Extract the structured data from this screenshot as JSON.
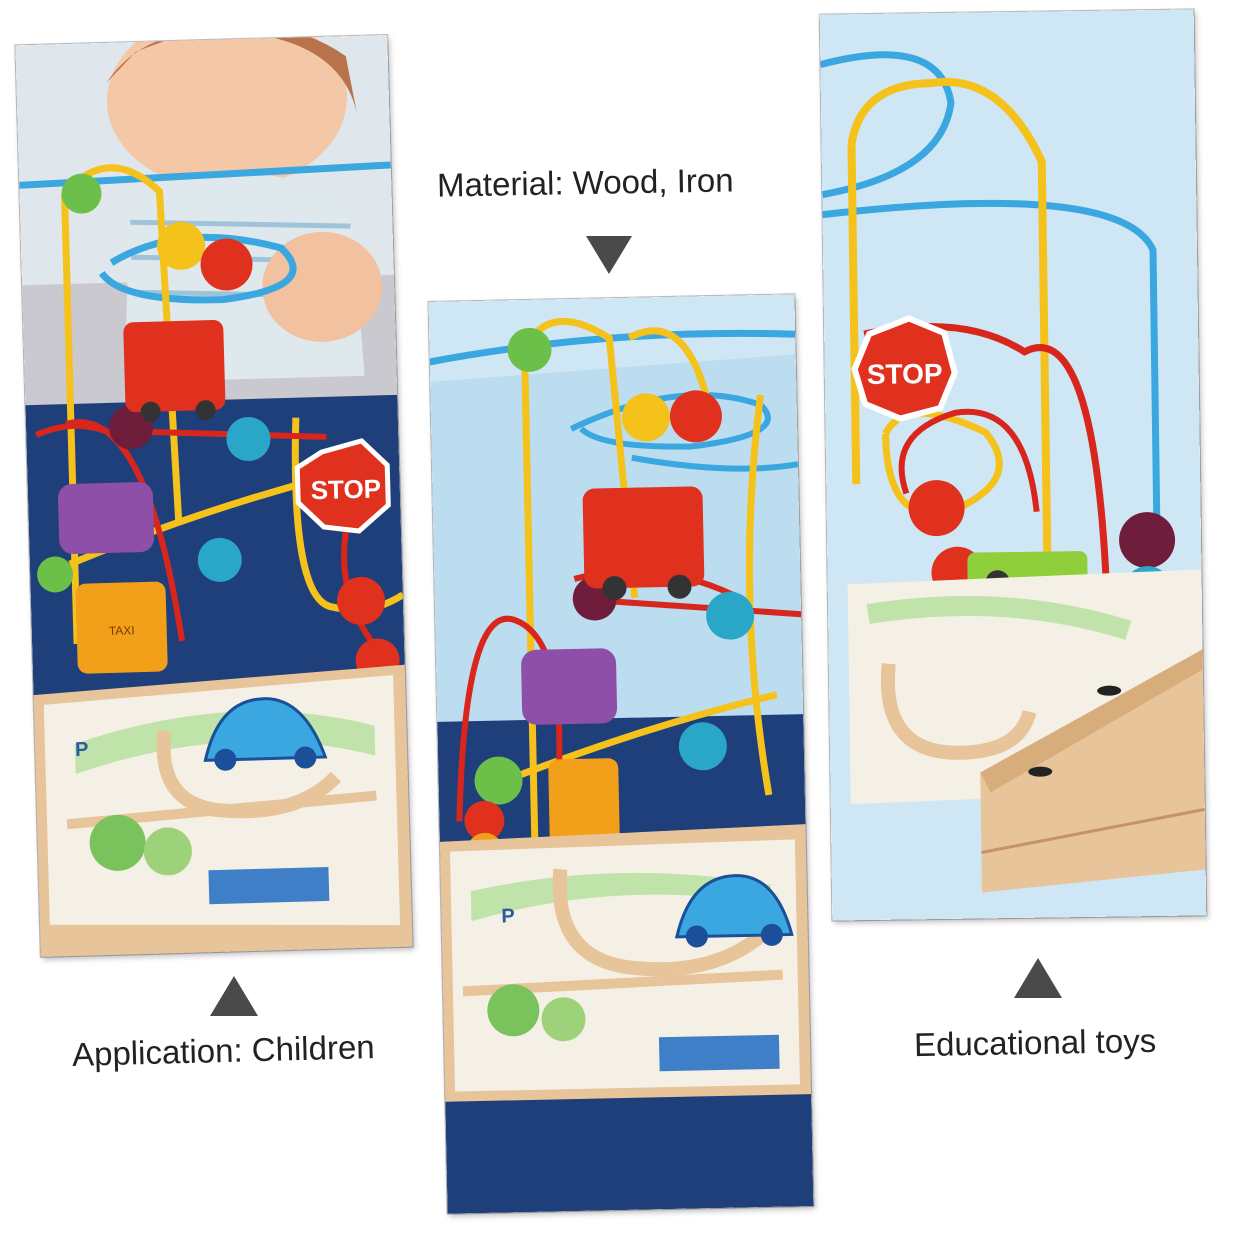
{
  "captions": {
    "material": "Material: Wood, Iron",
    "application": "Application: Children",
    "educational": "Educational toys"
  },
  "toy_labels": {
    "stop": "STOP",
    "taxi": "TAXI",
    "parking": "P"
  },
  "icons": {
    "pointer_down": "triangle-down-icon",
    "pointer_up": "triangle-up-icon"
  },
  "colors": {
    "wire_blue": "#3aa7e0",
    "wire_yellow": "#f4c21a",
    "wire_red": "#d9261c",
    "bead_green": "#6cc04a",
    "bead_red": "#e0301e",
    "bead_maroon": "#6e1e3a",
    "bead_teal": "#2aa6c9",
    "wood": "#e8c49a",
    "bg_light_blue": "#cfe6f5",
    "bg_navy": "#1f3f7a"
  }
}
